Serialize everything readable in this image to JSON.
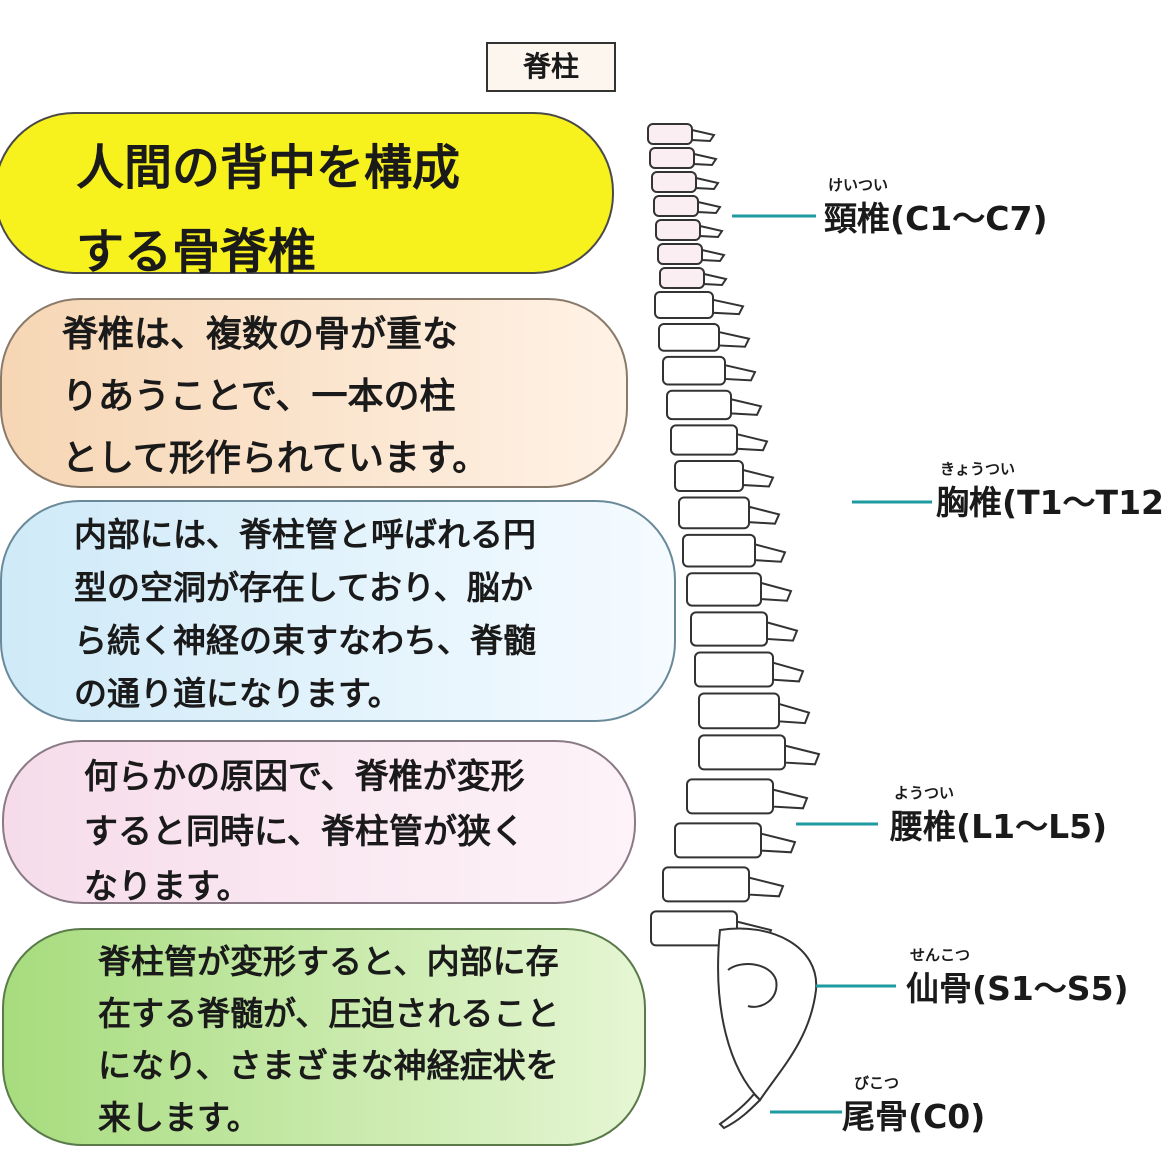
{
  "title_tag": "脊柱",
  "bubbles": {
    "b1": "人間の背中を構成\nする骨脊椎",
    "b2": "脊椎は、複数の骨が重な\nりあうことで、一本の柱\nとして形作られています。",
    "b3": "内部には、脊柱管と呼ばれる円\n型の空洞が存在しており、脳か\nら続く神経の束すなわち、脊髄\nの通り道になります。",
    "b4": "何らかの原因で、脊椎が変形\nすると同時に、脊柱管が狭く\nなります。",
    "b5": "脊柱管が変形すると、内部に存\n在する脊髄が、圧迫されること\nになり、さまざまな神経症状を\n来します。"
  },
  "labels": {
    "cervical": {
      "ruby": "けいつい",
      "name": "頸椎(C1〜C7)"
    },
    "thoracic": {
      "ruby": "きょうつい",
      "name": "胸椎(T1〜T12)"
    },
    "lumbar": {
      "ruby": "ようつい",
      "name": "腰椎(L1〜L5)"
    },
    "sacrum": {
      "ruby": "せんこつ",
      "name": "仙骨(S1〜S5)"
    },
    "coccyx": {
      "ruby": "びこつ",
      "name": "尾骨(C0)"
    }
  },
  "colors": {
    "leader_line": "#1f9aa0",
    "title_bubble": "#f7f21e",
    "bone_outline": "#333333"
  }
}
